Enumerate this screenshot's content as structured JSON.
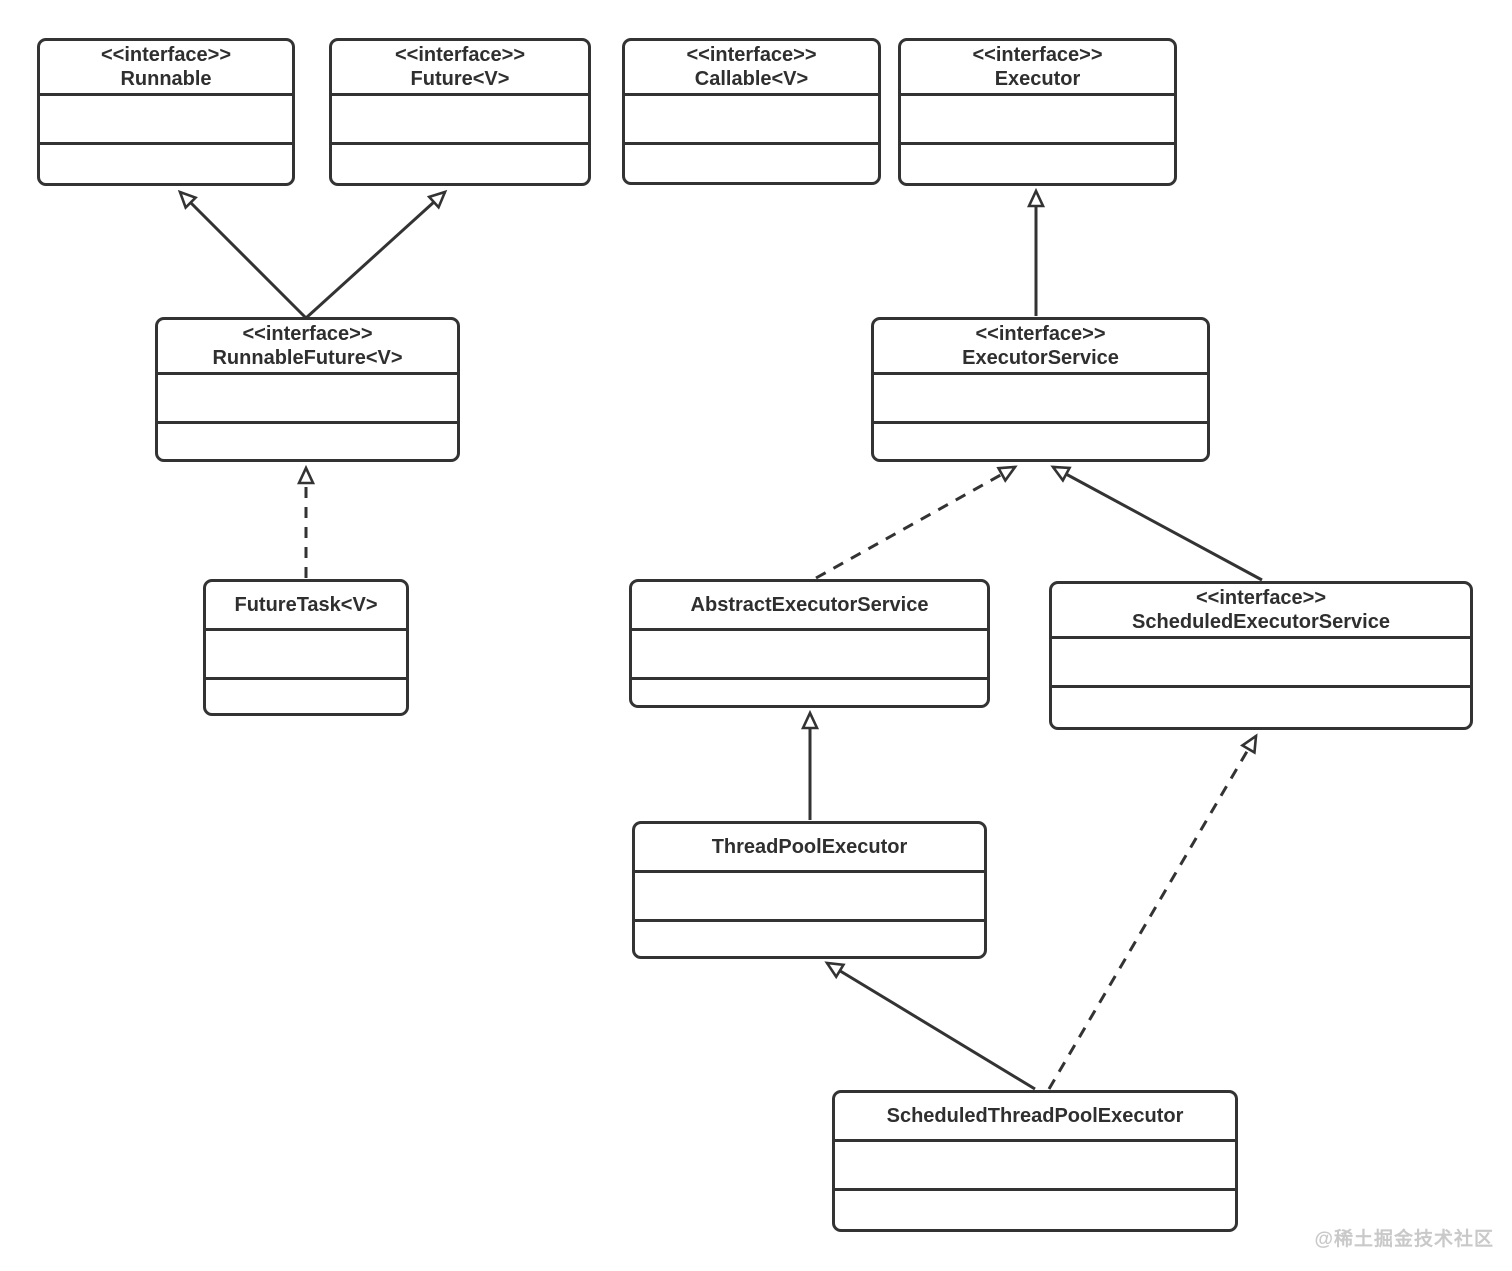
{
  "diagram": {
    "title": "Java Executor framework UML class diagram",
    "colors": {
      "line": "#333333",
      "text": "#2f2f2f",
      "background": "#ffffff",
      "watermark": "#c9c9c9"
    },
    "classes": {
      "runnable": {
        "stereotype": "<<interface>>",
        "name": "Runnable"
      },
      "future": {
        "stereotype": "<<interface>>",
        "name": "Future<V>"
      },
      "callable": {
        "stereotype": "<<interface>>",
        "name": "Callable<V>"
      },
      "executor": {
        "stereotype": "<<interface>>",
        "name": "Executor"
      },
      "runnable_future": {
        "stereotype": "<<interface>>",
        "name": "RunnableFuture<V>"
      },
      "executor_service": {
        "stereotype": "<<interface>>",
        "name": "ExecutorService"
      },
      "future_task": {
        "name": "FutureTask<V>"
      },
      "abstract_executor_service": {
        "name": "AbstractExecutorService"
      },
      "scheduled_executor_service": {
        "stereotype": "<<interface>>",
        "name": "ScheduledExecutorService"
      },
      "thread_pool_executor": {
        "name": "ThreadPoolExecutor"
      },
      "scheduled_thread_pool_executor": {
        "name": "ScheduledThreadPoolExecutor"
      }
    },
    "relations": [
      {
        "from": "RunnableFuture<V>",
        "to": "Runnable",
        "type": "extends",
        "line": "solid"
      },
      {
        "from": "RunnableFuture<V>",
        "to": "Future<V>",
        "type": "extends",
        "line": "solid"
      },
      {
        "from": "FutureTask<V>",
        "to": "RunnableFuture<V>",
        "type": "implements",
        "line": "dashed"
      },
      {
        "from": "ExecutorService",
        "to": "Executor",
        "type": "extends",
        "line": "solid"
      },
      {
        "from": "AbstractExecutorService",
        "to": "ExecutorService",
        "type": "implements",
        "line": "dashed"
      },
      {
        "from": "ScheduledExecutorService",
        "to": "ExecutorService",
        "type": "extends",
        "line": "solid"
      },
      {
        "from": "ThreadPoolExecutor",
        "to": "AbstractExecutorService",
        "type": "extends",
        "line": "solid"
      },
      {
        "from": "ScheduledThreadPoolExecutor",
        "to": "ThreadPoolExecutor",
        "type": "extends",
        "line": "solid"
      },
      {
        "from": "ScheduledThreadPoolExecutor",
        "to": "ScheduledExecutorService",
        "type": "implements",
        "line": "dashed"
      }
    ],
    "watermark": "@稀土掘金技术社区"
  }
}
